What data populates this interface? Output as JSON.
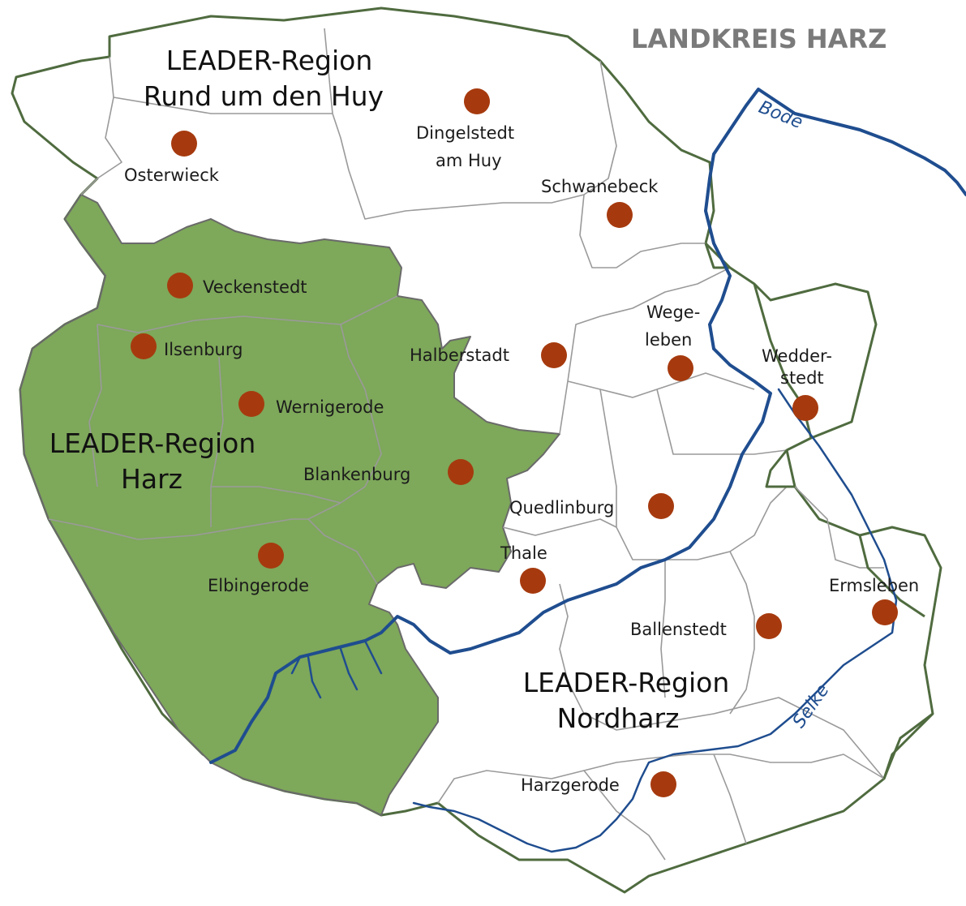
{
  "map": {
    "title": "LANDKREIS HARZ",
    "colors": {
      "harz_region": "#7ea85a",
      "district_border": "#4f6b3f",
      "river": "#1f4d8f",
      "town_dot": "#a63a0e"
    },
    "regions": {
      "huy": {
        "line1": "LEADER-Region",
        "line2": "Rund um den Huy"
      },
      "harz": {
        "line1": "LEADER-Region",
        "line2": "Harz"
      },
      "nordharz": {
        "line1": "LEADER-Region",
        "line2": "Nordharz"
      }
    },
    "rivers": {
      "bode": "Bode",
      "selke": "Selke"
    },
    "towns": {
      "osterwieck": "Osterwieck",
      "dingelstedt_1": "Dingelstedt",
      "dingelstedt_2": "am Huy",
      "schwanebeck": "Schwanebeck",
      "veckenstedt": "Veckenstedt",
      "ilsenburg": "Ilsenburg",
      "halberstadt": "Halberstadt",
      "wegeleben_1": "Wege-",
      "wegeleben_2": "leben",
      "wedderstedt_1": "Wedder-",
      "wedderstedt_2": "stedt",
      "wernigerode": "Wernigerode",
      "blankenburg": "Blankenburg",
      "quedlinburg": "Quedlinburg",
      "thale": "Thale",
      "elbingerode": "Elbingerode",
      "ermsleben": "Ermsleben",
      "ballenstedt": "Ballenstedt",
      "harzgerode": "Harzgerode"
    }
  }
}
